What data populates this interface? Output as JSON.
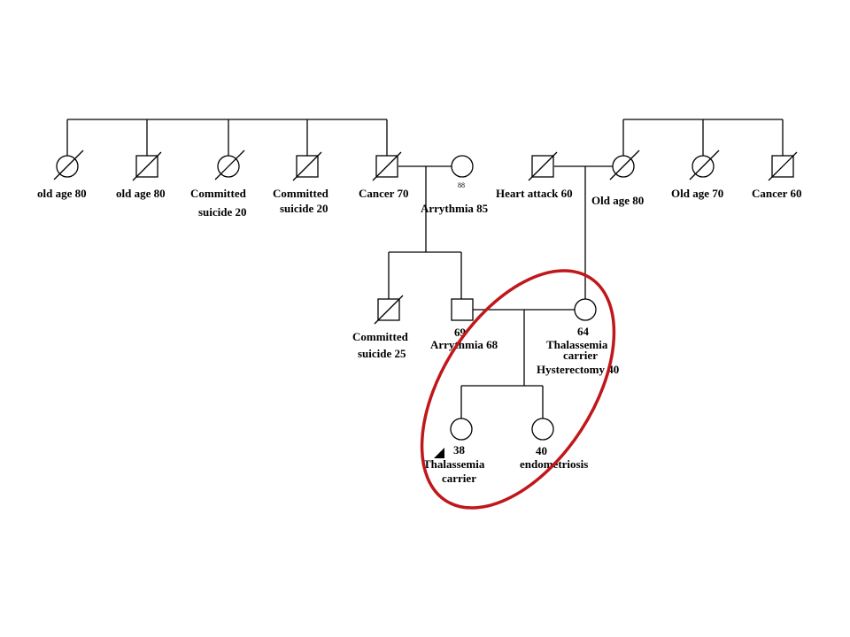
{
  "colors": {
    "ink": "#000000",
    "highlight_ellipse": "#c0171b",
    "background": "#ffffff"
  },
  "generation1": {
    "left_siblings": [
      {
        "sex": "female",
        "deceased": true,
        "label": "old age 80"
      },
      {
        "sex": "male",
        "deceased": true,
        "label": "old age 80"
      },
      {
        "sex": "female",
        "deceased": true,
        "label1": "Committed",
        "label2": "suicide 20"
      },
      {
        "sex": "male",
        "deceased": true,
        "label1": "Committed",
        "label2": "suicide 20"
      },
      {
        "sex": "male",
        "deceased": true,
        "label": "Cancer 70"
      }
    ],
    "paternal_grandmother": {
      "sex": "female",
      "deceased": false,
      "inner_age": "88",
      "label": "Arrythmia 85"
    },
    "maternal_grandfather": {
      "sex": "male",
      "deceased": true,
      "label": "Heart attack 60"
    },
    "right_siblings": [
      {
        "sex": "female",
        "deceased": true,
        "label": "Old age 80"
      },
      {
        "sex": "female",
        "deceased": true,
        "label": "Old age 70"
      },
      {
        "sex": "male",
        "deceased": true,
        "label": "Cancer 60"
      }
    ]
  },
  "generation2": {
    "uncle": {
      "sex": "male",
      "deceased": true,
      "label1": "Committed",
      "label2": "suicide 25"
    },
    "father": {
      "sex": "male",
      "deceased": false,
      "age": "69",
      "label": "Arrythmia 68"
    },
    "mother": {
      "sex": "female",
      "deceased": false,
      "age": "64",
      "label1": "Thalassemia",
      "label2": "carrier",
      "label3": "Hysterectomy 40"
    }
  },
  "generation3": {
    "proband": {
      "sex": "female",
      "proband": true,
      "age": "38",
      "label1": "Thalassemia",
      "label2": "carrier"
    },
    "sister": {
      "sex": "female",
      "age": "40",
      "label": "endometriosis"
    }
  }
}
